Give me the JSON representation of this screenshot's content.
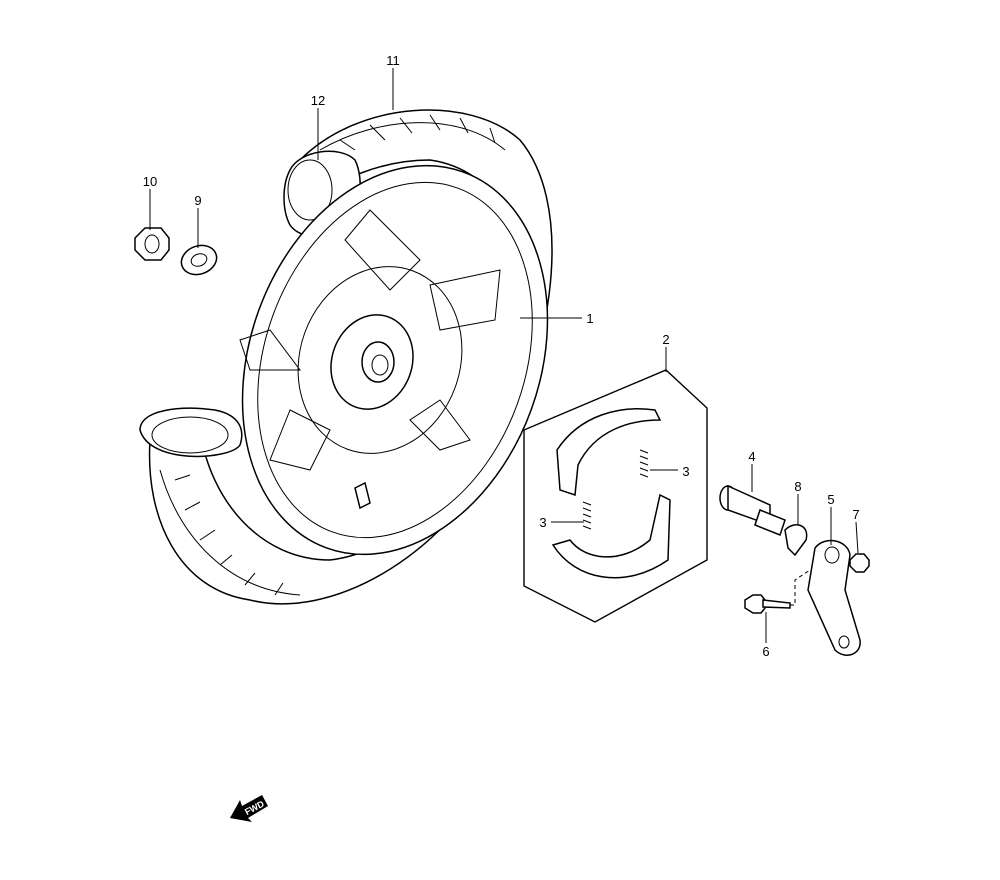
{
  "diagram": {
    "callouts": {
      "tire": "11",
      "tube": "12",
      "nut": "10",
      "washer": "9",
      "wheel": "1",
      "brake_shoe_set": "2",
      "spring_upper": "3",
      "spring_lower": "3",
      "cam": "4",
      "indicator_plate": "8",
      "lever": "5",
      "lever_nut": "7",
      "lever_bolt": "6"
    },
    "fwd_arrow": "FWD"
  }
}
